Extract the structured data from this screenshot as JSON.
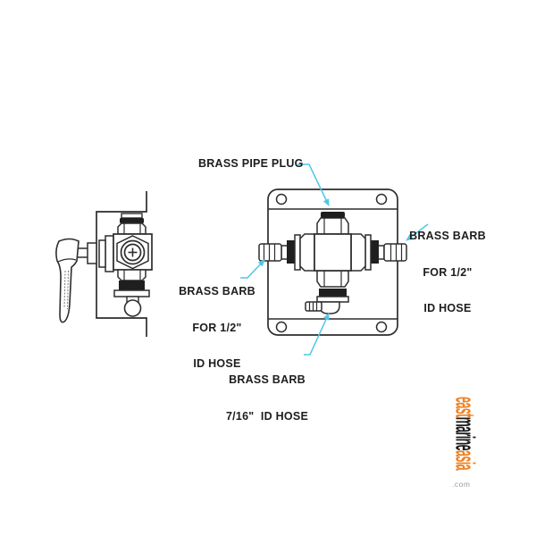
{
  "artwork": {
    "background": "#ffffff",
    "line_color": "#2d2d2d",
    "dark_fill_color": "#1f1f1f",
    "leader_color": "#4ec7e6",
    "labels": {
      "pipe_plug": "BRASS PIPE PLUG",
      "left_barb": {
        "line1": "BRASS BARB",
        "line2": "FOR 1/2\"",
        "line3": "ID HOSE"
      },
      "right_barb": {
        "line1": "BRASS BARB",
        "line2": "FOR 1/2\"",
        "line3": "ID HOSE"
      },
      "bottom_barb": {
        "line1": "BRASS BARB",
        "line2": "7/16\"  ID HOSE"
      }
    }
  },
  "logo": {
    "words": [
      {
        "text": "east",
        "color": "#ee8224"
      },
      {
        "text": "marine",
        "color": "#1b1b1b"
      },
      {
        "text": "asia",
        "color": "#ee8224"
      }
    ],
    "tld": ".com",
    "tld_color": "#9b9b9b"
  }
}
